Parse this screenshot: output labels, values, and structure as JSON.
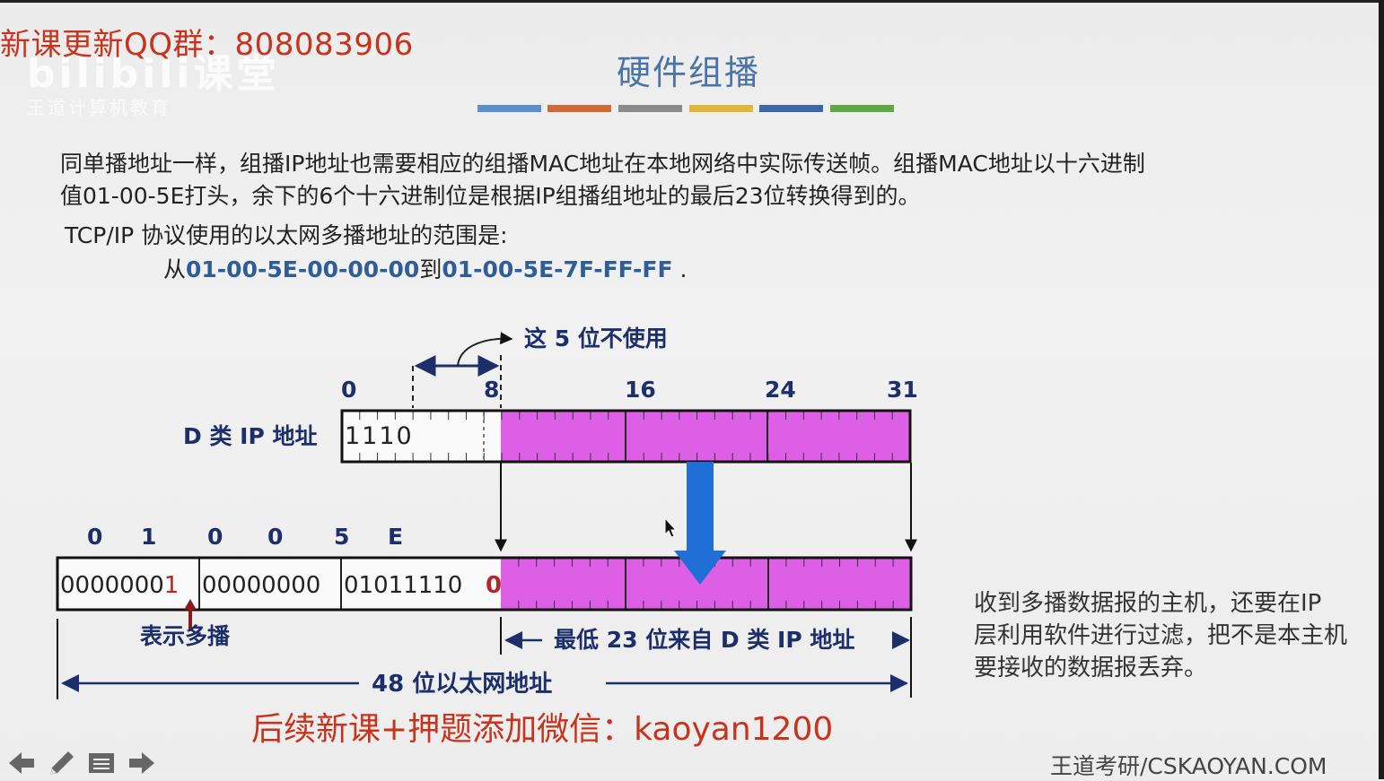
{
  "overlay": {
    "qq_group": "新课更新QQ群：808083906",
    "wechat": "后续新课+押题添加微信：kaoyan1200",
    "bili_logo": "bilibili课堂",
    "bili_sub": "王道计算机教育"
  },
  "slide": {
    "title": "硬件组播",
    "title_bar_colors": [
      "#5b8fc7",
      "#d06a35",
      "#8a8a8a",
      "#e2b53b",
      "#3f67a8",
      "#5fa844"
    ],
    "paragraph_line1": "同单播地址一样，组播IP地址也需要相应的组播MAC地址在本地网络中实际传送帧。组播MAC地址以十六进制",
    "paragraph_line2": "值01-00-5E打头，余下的6个十六进制位是根据IP组播组地址的最后23位转换得到的。",
    "tcp_line": "TCP/IP 协议使用的以太网多播地址的范围是:",
    "range_from_word": "从",
    "range_start": "01-00-5E-00-00-00",
    "range_to_word": "到",
    "range_end": "01-00-5E-7F-FF-FF",
    "range_period": " .",
    "right_note": "收到多播数据报的主机，还要在IP 层利用软件进行过滤，把不是本主机要接收的数据报丢弃。",
    "brand": "王道考研/CSKAOYAN.COM"
  },
  "diagram": {
    "unused_label": "这 5 位不使用",
    "bit_positions": [
      "0",
      "8",
      "16",
      "24",
      "31"
    ],
    "ip_label": "D 类 IP 地址",
    "ip_prefix": "1110",
    "hex_labels": [
      "0",
      "1",
      "0",
      "0",
      "5",
      "E"
    ],
    "mac_byte1_prefix": "0000000",
    "mac_byte1_bit": "1",
    "mac_byte2": "00000000",
    "mac_byte3": "01011110",
    "mac_bit24": "0",
    "multicast_label": "表示多播",
    "low23_label": "最低 23 位来自 D 类 IP 地址",
    "total_label": "48 位以太网地址",
    "magenta": "#dd5fe6",
    "arrow_blue": "#1f6fd6"
  },
  "nav": [
    "arrow-left-icon",
    "pen-icon",
    "menu-icon",
    "arrow-right-icon"
  ]
}
